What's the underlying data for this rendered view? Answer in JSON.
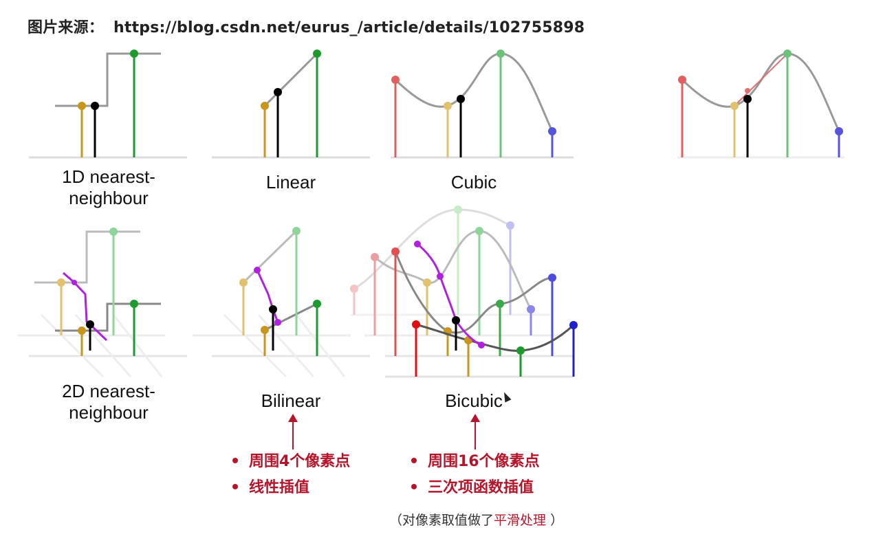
{
  "header": {
    "source_label": "图片来源：",
    "source_url": "https://blog.csdn.net/eurus_/article/details/102755898"
  },
  "panels": {
    "nn1d": "1D nearest-\nneighbour",
    "linear": "Linear",
    "cubic": "Cubic",
    "nn2d": "2D nearest-\nneighbour",
    "bilinear": "Bilinear",
    "bicubic": "Bicubic"
  },
  "annotations": {
    "bilinear": [
      "周围4个像素点",
      "线性插值"
    ],
    "bicubic": [
      "周围16个像素点",
      "三次项函数插值"
    ],
    "note_prefix": "（对像素取值做了",
    "note_highlight": "平滑处理",
    "note_suffix": " ）"
  },
  "colors": {
    "accent_red": "#b5152b",
    "sample_gold": "#c8961c",
    "sample_green": "#1e9a2e",
    "sample_red": "#e05656",
    "sample_blue": "#4d4ddd",
    "interp_purple": "#b020e0",
    "curve_gray": "#999999"
  },
  "icons": [
    "cursor-icon",
    "up-arrow-icon",
    "bullet-dot-icon"
  ]
}
